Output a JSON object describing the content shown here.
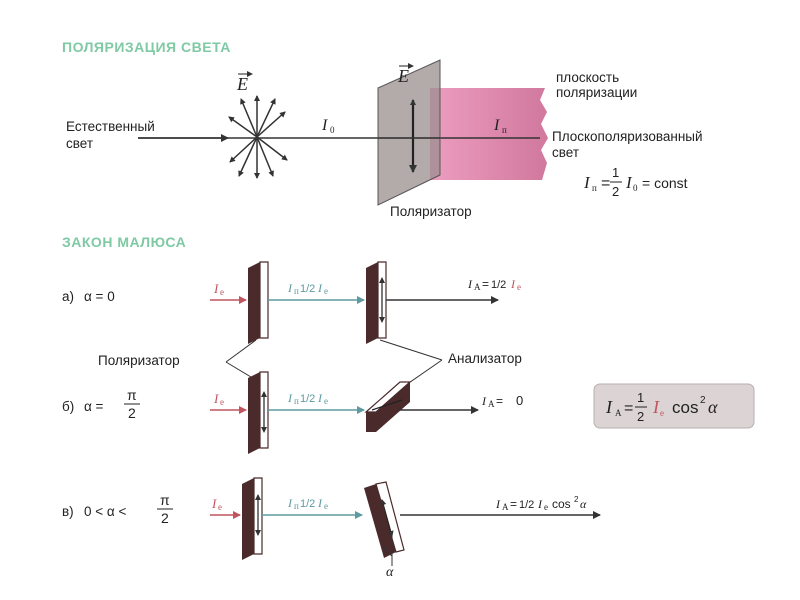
{
  "section1": {
    "heading": "ПОЛЯРИЗАЦИЯ СВЕТА",
    "natural_light_line1": "Естественный",
    "natural_light_line2": "свет",
    "vector_E": "E",
    "intensity_I0": "I",
    "intensity_I0_sub": "0",
    "intensity_Ip": "I",
    "intensity_Ip_sub": "п",
    "plane_line1": "плоскость",
    "plane_line2": "поляризации",
    "plane_polarized_line1": "Плоскополяризованный",
    "plane_polarized_line2": "свет",
    "polarizer_label": "Поляризатор",
    "formula": {
      "lhs": "I",
      "lhs_sub": "п",
      "eq": "=",
      "num": "1",
      "den": "2",
      "rhs": "I",
      "rhs_sub": "0",
      "tail": "= const"
    }
  },
  "section2": {
    "heading": "ЗАКОН МАЛЮСА",
    "polarizer_label": "Поляризатор",
    "analyzer_label": "Анализатор",
    "cases": [
      {
        "label_prefix": "а)",
        "label_cond": "α = 0",
        "in": "I",
        "in_sub": "e",
        "mid": "I",
        "mid_sub": "п",
        "mid_frac": "1/2",
        "mid_tail": "I",
        "mid_tail_sub": "e",
        "out": "I",
        "out_sub": "A",
        "out_eq": "=",
        "out_frac": "1/2",
        "out_tail": "I",
        "out_tail_sub": "e"
      },
      {
        "label_prefix": "б)",
        "label_cond": "α =",
        "label_frac_num": "π",
        "label_frac_den": "2",
        "in": "I",
        "in_sub": "e",
        "mid": "I",
        "mid_sub": "п",
        "mid_frac": "1/2",
        "mid_tail": "I",
        "mid_tail_sub": "e",
        "out": "I",
        "out_sub": "A",
        "out_eq": "=",
        "out_value": "0"
      },
      {
        "label_prefix": "в)",
        "label_cond": "0 < α <",
        "label_frac_num": "π",
        "label_frac_den": "2",
        "in": "I",
        "in_sub": "e",
        "mid": "I",
        "mid_sub": "п",
        "mid_frac": "1/2",
        "mid_tail": "I",
        "mid_tail_sub": "e",
        "out": "I",
        "out_sub": "A",
        "out_eq": "=",
        "out_frac": "1/2",
        "out_tail": "I",
        "out_tail_sub": "e",
        "out_cos": "cos",
        "out_pow": "2",
        "out_alpha": "α",
        "angle_label": "α"
      }
    ],
    "box_formula": {
      "lhs": "I",
      "lhs_sub": "A",
      "eq": "=",
      "num": "1",
      "den": "2",
      "mid": "I",
      "mid_sub": "e",
      "cos": "cos",
      "pow": "2",
      "alpha": "α"
    }
  },
  "colors": {
    "heading": "#7fc9a4",
    "beam": "#d4709a",
    "arrow_in": "#c0555f",
    "arrow_mid": "#5e9aa0",
    "plate_dark": "#4a2a2a",
    "box_bg": "#dcd4d4"
  }
}
